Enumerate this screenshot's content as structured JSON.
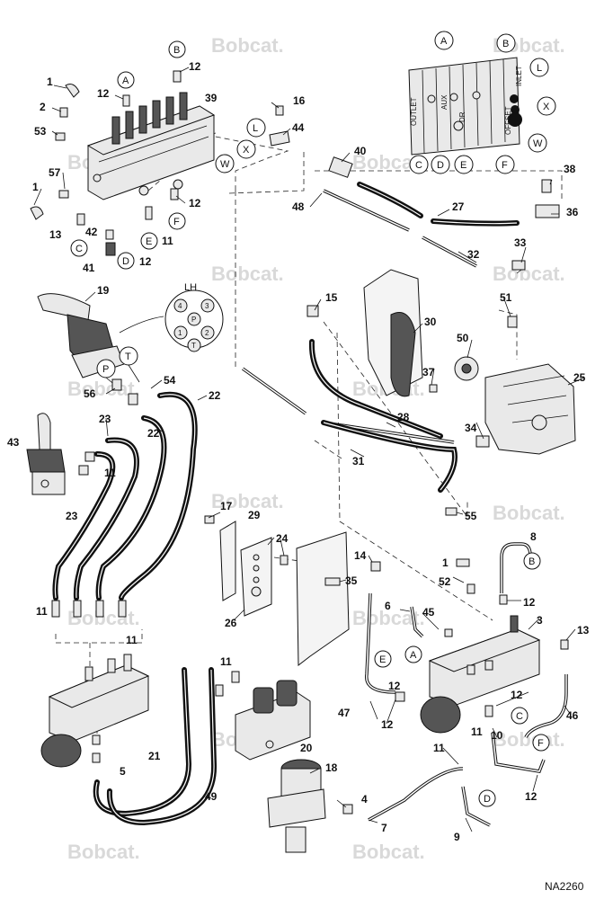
{
  "diagram": {
    "figure_id": "NA2260",
    "watermark": "Bobcat.",
    "joystick_ports": {
      "side": "LH",
      "ports": [
        "4",
        "P",
        "3",
        "1",
        "2",
        "T"
      ]
    },
    "pilot_ports": [
      "P",
      "T"
    ],
    "valve_legend": {
      "inlet": "INLET",
      "outlet": "OUTLET",
      "aux": "AUX",
      "dr": "DR",
      "offset": "OFFSET"
    },
    "callouts": [
      "1",
      "2",
      "53",
      "57",
      "1",
      "13",
      "42",
      "41",
      "12",
      "11",
      "12",
      "12",
      "39",
      "16",
      "44",
      "12",
      "40",
      "48",
      "27",
      "38",
      "36",
      "33",
      "32",
      "19",
      "15",
      "30",
      "51",
      "50",
      "37",
      "25",
      "34",
      "54",
      "56",
      "22",
      "23",
      "22",
      "11",
      "43",
      "23",
      "28",
      "31",
      "55",
      "17",
      "29",
      "24",
      "26",
      "35",
      "14",
      "1",
      "52",
      "8",
      "12",
      "6",
      "45",
      "3",
      "13",
      "12",
      "11",
      "11",
      "11",
      "11",
      "5",
      "47",
      "12",
      "12",
      "11",
      "10",
      "46",
      "18",
      "20",
      "21",
      "49",
      "4",
      "7",
      "9",
      "12"
    ],
    "references": [
      "A",
      "B",
      "L",
      "X",
      "W",
      "C",
      "D",
      "E",
      "F",
      "A",
      "B",
      "L",
      "X",
      "W",
      "C",
      "D",
      "E",
      "F",
      "E",
      "A",
      "B",
      "C",
      "F",
      "D"
    ]
  }
}
